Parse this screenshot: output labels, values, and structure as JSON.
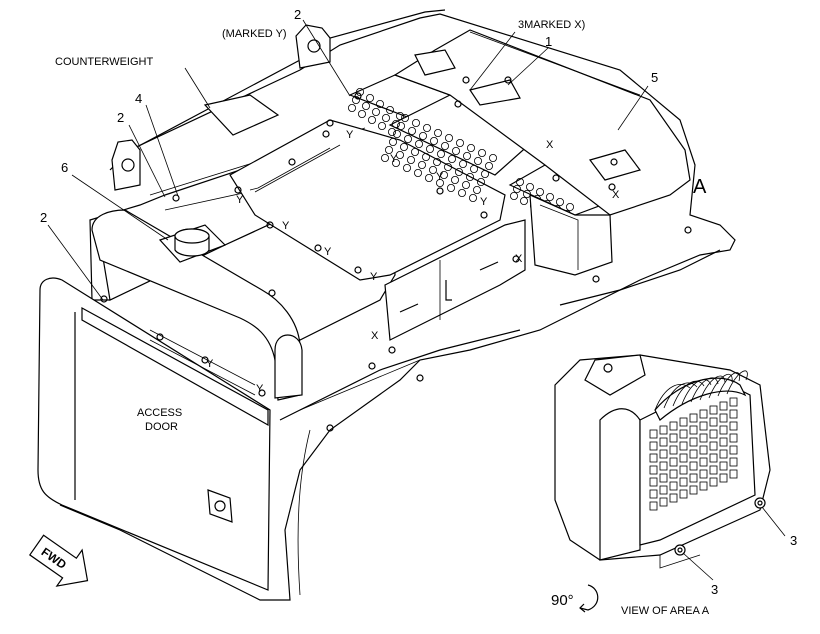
{
  "labels": {
    "counterweight": "COUNTERWEIGHT",
    "marked_y": "(MARKED Y)",
    "marked_x": "3MARKED X)",
    "access_door_1": "ACCESS",
    "access_door_2": "DOOR",
    "area_a": "A",
    "view_of_area_a": "VIEW OF AREA A",
    "rotation": "90°",
    "fwd": "FWD"
  },
  "callouts": {
    "c1": "1",
    "c2_top": "2",
    "c2_mid": "2",
    "c2_left": "2",
    "c3_right": "3",
    "c3_bottom": "3",
    "c4": "4",
    "c5": "5",
    "c6": "6"
  },
  "markers": {
    "x": "X",
    "y": "Y"
  }
}
